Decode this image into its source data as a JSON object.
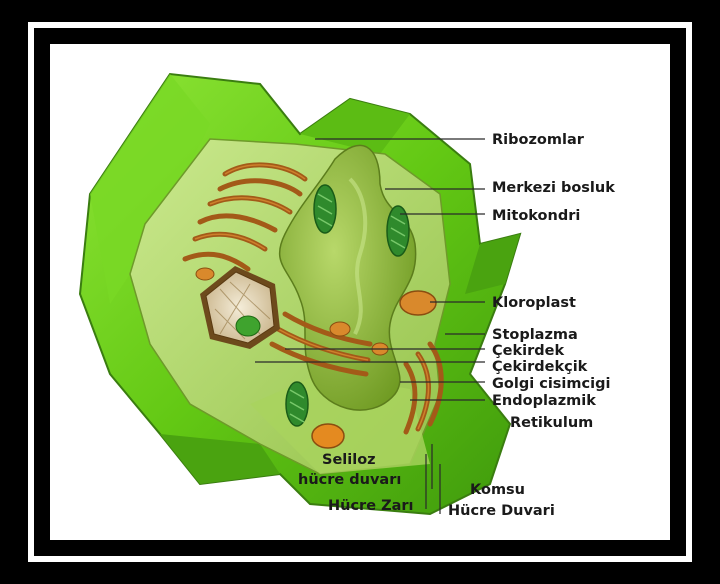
{
  "labels": {
    "ribozomlar": "Ribozomlar",
    "merkezi_bosluk": "Merkezi bosluk",
    "mitokondri": "Mitokondri",
    "kloroplast": "Kloroplast",
    "stoplazma": "Stoplazma",
    "cekirdek": "Çekirdek",
    "cekirdekcik": "Çekirdekçik",
    "golgi": "Golgi cisimcigi",
    "endoplazmik_1": "Endoplazmik",
    "endoplazmik_2": "Retikulum",
    "seliloz_1": "Seliloz",
    "seliloz_2": "hücre duvarı",
    "hucre_zari": "Hücre Zarı",
    "komsu_1": "Komsu",
    "komsu_2": "Hücre Duvari"
  },
  "colors": {
    "outer_frame": "#000000",
    "border_white": "#ffffff",
    "cell_wall": "#6fd21e",
    "cytoplasm": "#b9e27a",
    "vacuole": "#88b438",
    "organelle_brown": "#a35a18",
    "chloroplast_green": "#2f8a2c",
    "nucleus": "#e9dcc0"
  }
}
